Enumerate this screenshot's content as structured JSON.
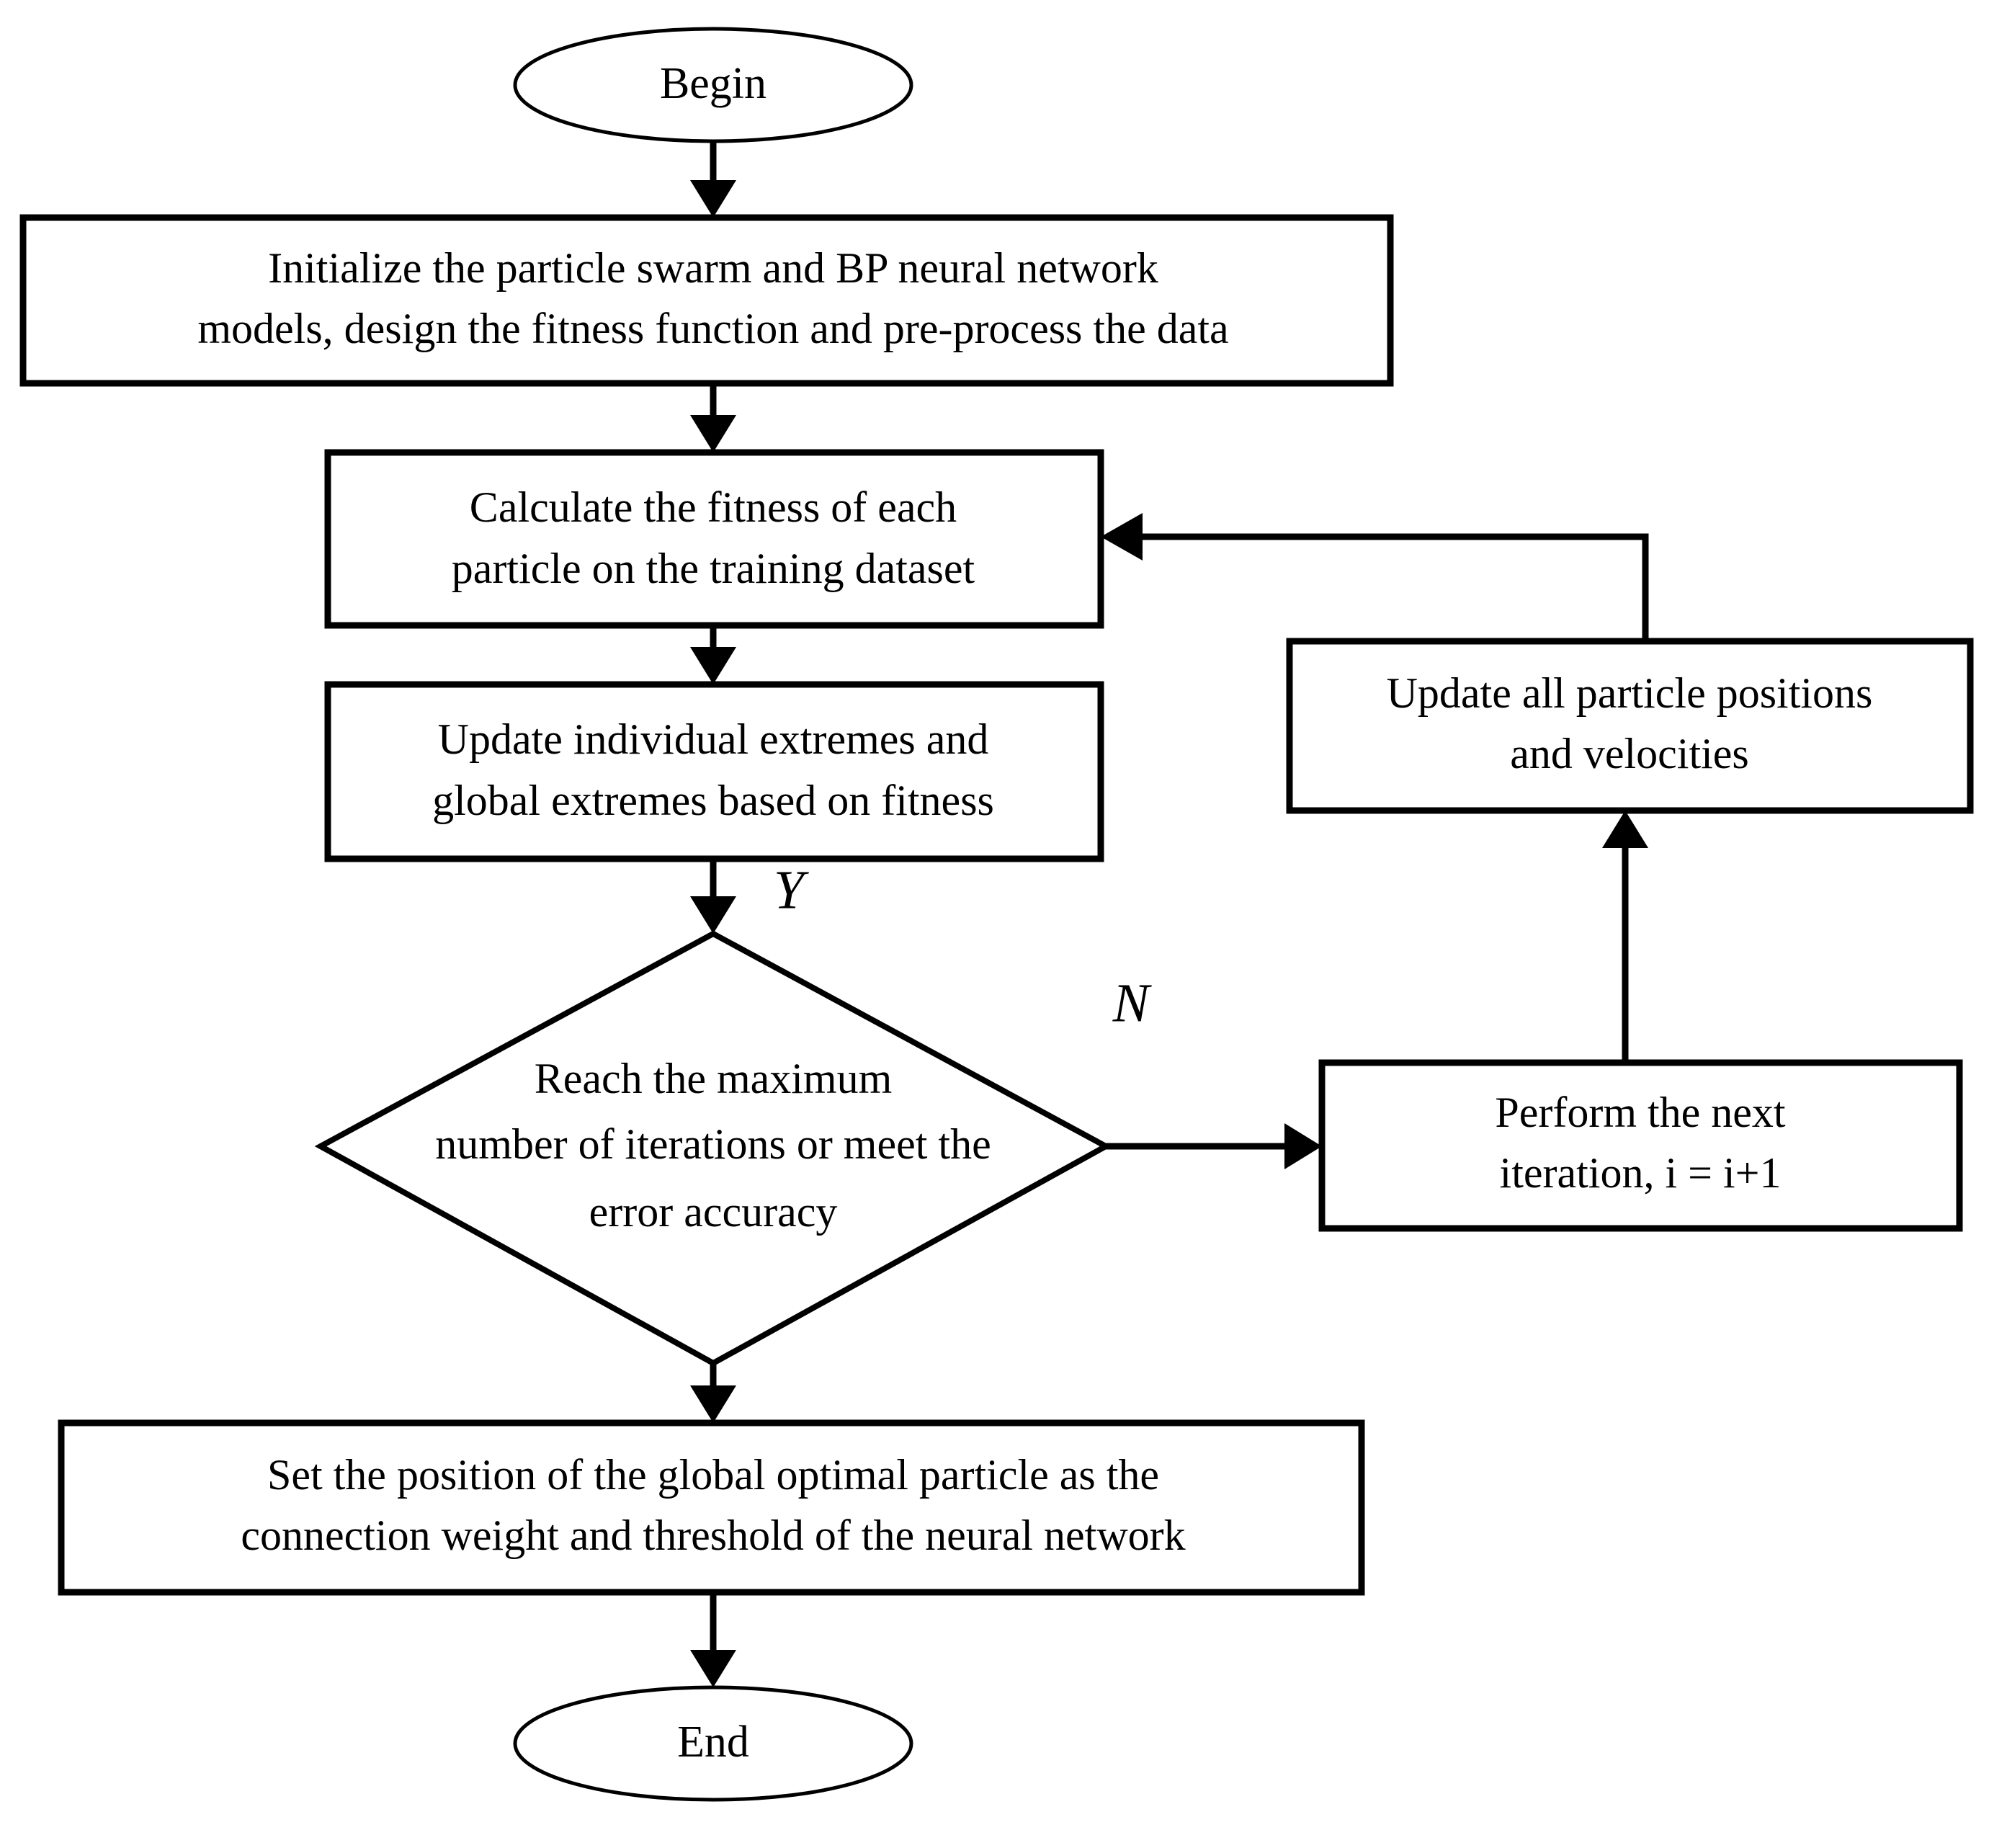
{
  "diagram": {
    "type": "flowchart",
    "title": "PSO-BP neural network training flowchart",
    "background_color": "#ffffff",
    "line_color": "#000000",
    "fill_color": "#ffffff"
  },
  "nodes": {
    "begin": {
      "shape": "ellipse",
      "label": "Begin"
    },
    "initialize": {
      "shape": "rectangle",
      "line1": "Initialize the particle swarm and BP neural network",
      "line2": "models, design the fitness function and pre-process the data"
    },
    "calculate_fitness": {
      "shape": "rectangle",
      "line1": "Calculate the fitness of each",
      "line2": "particle on the training dataset"
    },
    "update_extremes": {
      "shape": "rectangle",
      "line1": "Update individual extremes and",
      "line2": "global extremes based on fitness"
    },
    "decision": {
      "shape": "diamond",
      "line1": "Reach the maximum",
      "line2": "number of iterations or meet the",
      "line3": "error accuracy"
    },
    "update_particles": {
      "shape": "rectangle",
      "line1": "Update all particle positions",
      "line2": "and velocities"
    },
    "next_iteration": {
      "shape": "rectangle",
      "line1": "Perform the next",
      "line2": "iteration, i = i+1"
    },
    "set_position": {
      "shape": "rectangle",
      "line1": "Set the position of the global optimal particle as the",
      "line2": "connection weight and threshold of the neural network"
    },
    "end": {
      "shape": "ellipse",
      "label": "End"
    }
  },
  "edge_labels": {
    "yes": "Y",
    "no": "N"
  },
  "edges": [
    {
      "from": "begin",
      "to": "initialize",
      "label": ""
    },
    {
      "from": "initialize",
      "to": "calculate_fitness",
      "label": ""
    },
    {
      "from": "calculate_fitness",
      "to": "update_extremes",
      "label": ""
    },
    {
      "from": "update_extremes",
      "to": "decision",
      "label": "Y"
    },
    {
      "from": "decision",
      "to": "next_iteration",
      "label": "N"
    },
    {
      "from": "next_iteration",
      "to": "update_particles",
      "label": ""
    },
    {
      "from": "update_particles",
      "to": "calculate_fitness",
      "label": ""
    },
    {
      "from": "decision",
      "to": "set_position",
      "label": ""
    },
    {
      "from": "set_position",
      "to": "end",
      "label": ""
    }
  ]
}
